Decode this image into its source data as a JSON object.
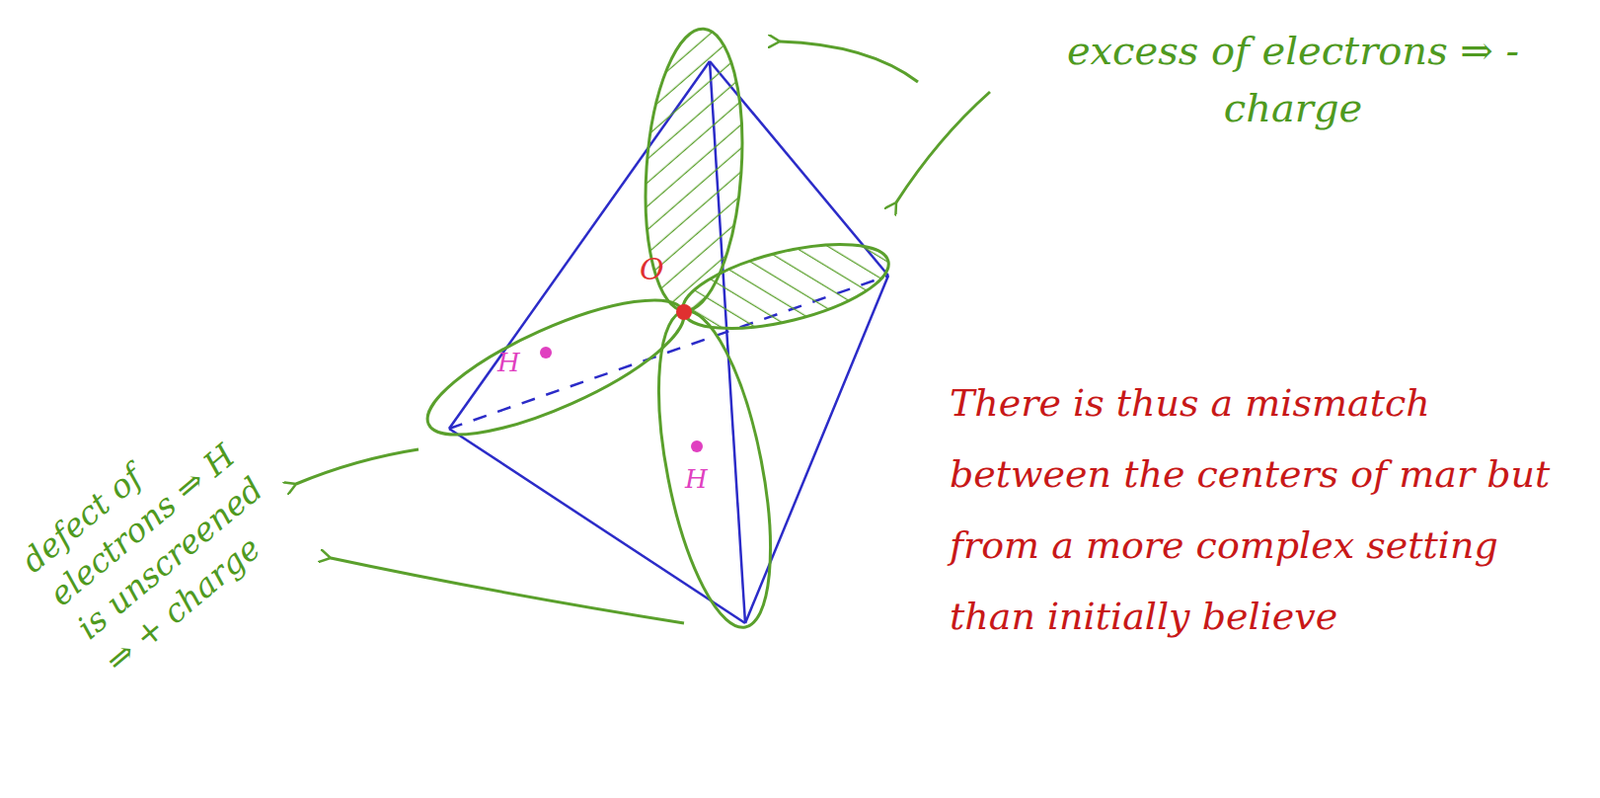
{
  "diagram": {
    "labels": [
      "excess of electrons ⇒ - charge",
      "defect of electrons ⇒ H is unscreened ⇒ + charge",
      "There is thus a mismatch between the centers of mar but from a more complex setting than initially believe",
      "O",
      "H",
      "H"
    ]
  }
}
